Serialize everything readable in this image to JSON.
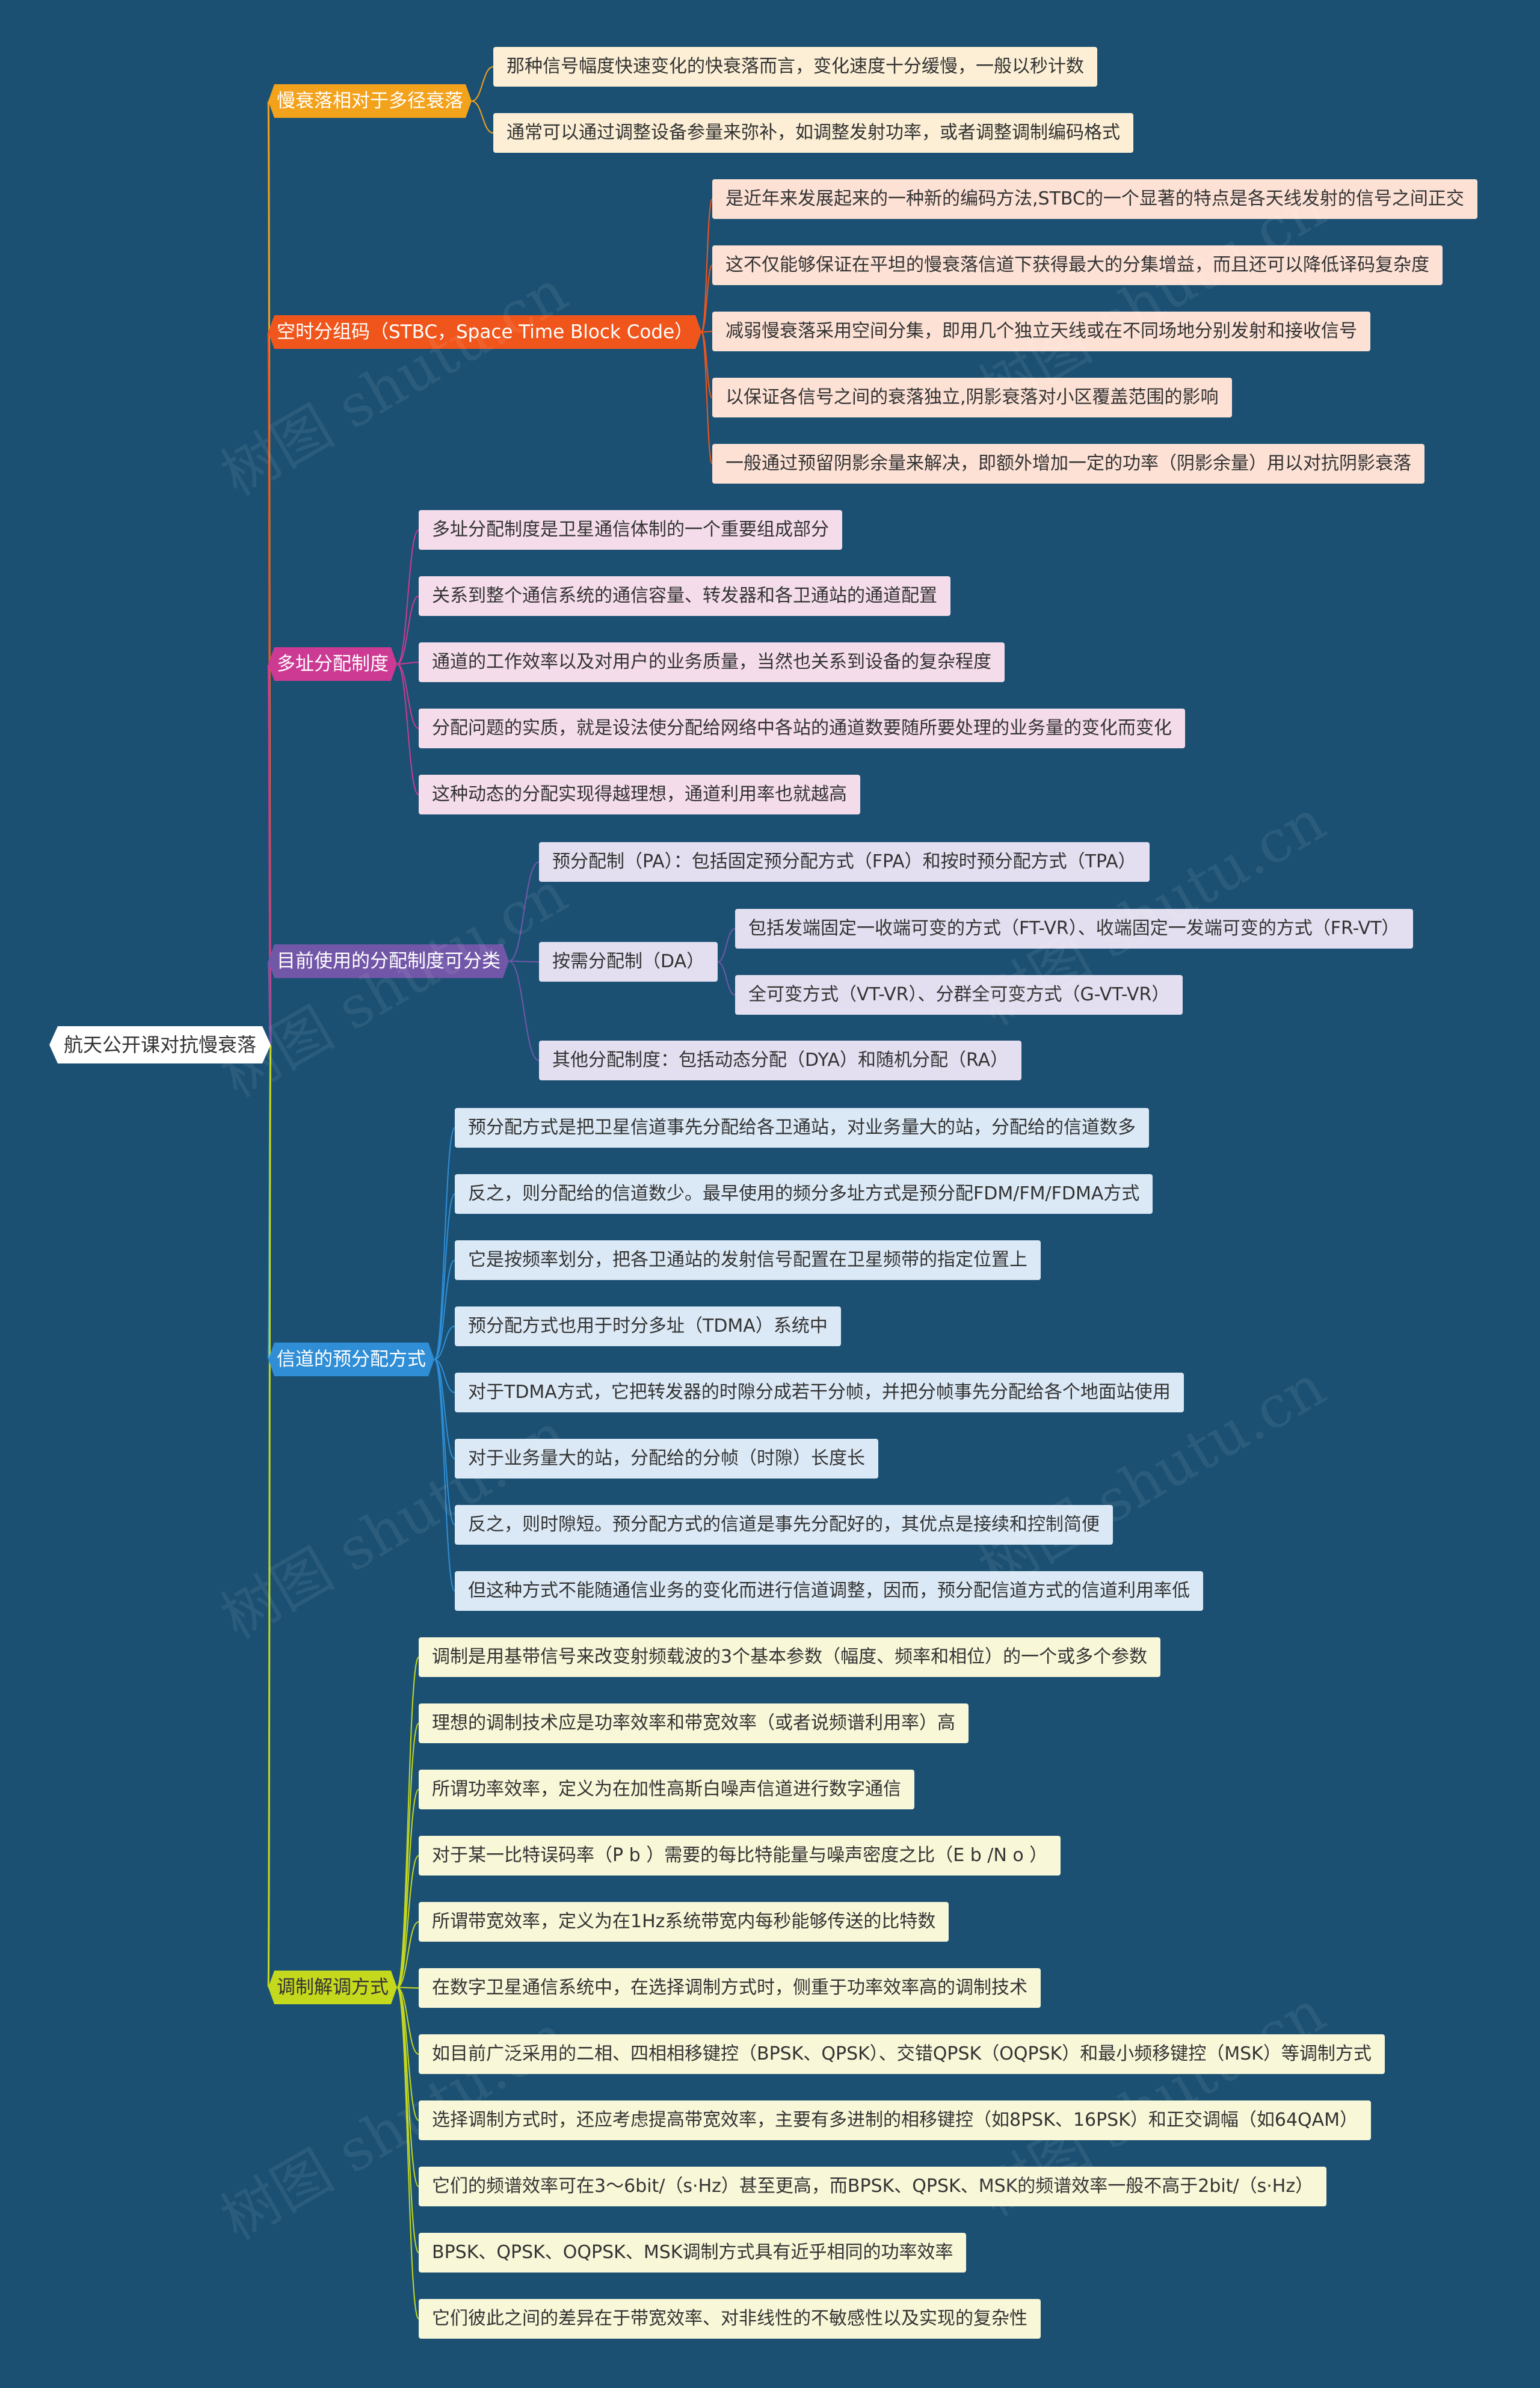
{
  "watermark": "树图 shutu.cn",
  "root": "航天公开课对抗慢衰落",
  "branches": [
    {
      "title": "慢衰落相对于多径衰落",
      "color": "#f3a21c",
      "leaf_bg": "#fcefd5",
      "items": [
        "那种信号幅度快速变化的快衰落而言，变化速度十分缓慢，一般以秒计数",
        "通常可以通过调整设备参量来弥补，如调整发射功率，或者调整调制编码格式"
      ]
    },
    {
      "title": "空时分组码（STBC，Space Time Block Code）",
      "color": "#f0561c",
      "leaf_bg": "#fde1d5",
      "items": [
        "是近年来发展起来的一种新的编码方法,STBC的一个显著的特点是各天线发射的信号之间正交",
        "这不仅能够保证在平坦的慢衰落信道下获得最大的分集增益，而且还可以降低译码复杂度",
        "减弱慢衰落采用空间分集，即用几个独立天线或在不同场地分别发射和接收信号",
        "以保证各信号之间的衰落独立,阴影衰落对小区覆盖范围的影响",
        "一般通过预留阴影余量来解决，即额外增加一定的功率（阴影余量）用以对抗阴影衰落"
      ]
    },
    {
      "title": "多址分配制度",
      "color": "#cc3a93",
      "leaf_bg": "#f5dcea",
      "items": [
        "多址分配制度是卫星通信体制的一个重要组成部分",
        "关系到整个通信系统的通信容量、转发器和各卫通站的通道配置",
        "通道的工作效率以及对用户的业务质量，当然也关系到设备的复杂程度",
        "分配问题的实质，就是设法使分配给网络中各站的通道数要随所要处理的业务量的变化而变化",
        "这种动态的分配实现得越理想，通道利用率也就越高"
      ]
    },
    {
      "title": "目前使用的分配制度可分类",
      "color": "#7257a8",
      "leaf_bg": "#e3dff0",
      "items": [
        "预分配制（PA）：包括固定预分配方式（FPA）和按时预分配方式（TPA）",
        "按需分配制（DA）",
        "其他分配制度：包括动态分配（DYA）和随机分配（RA）"
      ],
      "sub_items": [
        "包括发端固定一收端可变的方式（FT-VR）、收端固定一发端可变的方式（FR-VT）",
        "全可变方式（VT-VR）、分群全可变方式（G-VT-VR）"
      ]
    },
    {
      "title": "信道的预分配方式",
      "color": "#2f8ed6",
      "leaf_bg": "#dbe9f6",
      "items": [
        "预分配方式是把卫星信道事先分配给各卫通站，对业务量大的站，分配给的信道数多",
        "反之，则分配给的信道数少。最早使用的频分多址方式是预分配FDM/FM/FDMA方式",
        "它是按频率划分，把各卫通站的发射信号配置在卫星频带的指定位置上",
        "预分配方式也用于时分多址（TDMA）系统中",
        "对于TDMA方式，它把转发器的时隙分成若干分帧，并把分帧事先分配给各个地面站使用",
        "对于业务量大的站，分配给的分帧（时隙）长度长",
        "反之，则时隙短。预分配方式的信道是事先分配好的，其优点是接续和控制简便",
        "但这种方式不能随通信业务的变化而进行信道调整，因而，预分配信道方式的信道利用率低"
      ]
    },
    {
      "title": "调制解调方式",
      "color": "#c4d81e",
      "leaf_bg": "#f8f7d8",
      "items": [
        "调制是用基带信号来改变射频载波的3个基本参数（幅度、频率和相位）的一个或多个参数",
        "理想的调制技术应是功率效率和带宽效率（或者说频谱利用率）高",
        "所谓功率效率，定义为在加性高斯白噪声信道进行数字通信",
        "对于某一比特误码率（P b ）需要的每比特能量与噪声密度之比（E b /N o ）",
        "所谓带宽效率，定义为在1Hz系统带宽内每秒能够传送的比特数",
        "在数字卫星通信系统中，在选择调制方式时，侧重于功率效率高的调制技术",
        "如目前广泛采用的二相、四相相移键控（BPSK、QPSK）、交错QPSK（OQPSK）和最小频移键控（MSK）等调制方式",
        "选择调制方式时，还应考虑提高带宽效率，主要有多进制的相移键控（如8PSK、16PSK）和正交调幅（如64QAM）",
        "它们的频谱效率可在3～6bit/（s·Hz）甚至更高，而BPSK、QPSK、MSK的频谱效率一般不高于2bit/（s·Hz）",
        "BPSK、QPSK、OQPSK、MSK调制方式具有近乎相同的功率效率",
        "它们彼此之间的差异在于带宽效率、对非线性的不敏感性以及实现的复杂性"
      ]
    }
  ]
}
